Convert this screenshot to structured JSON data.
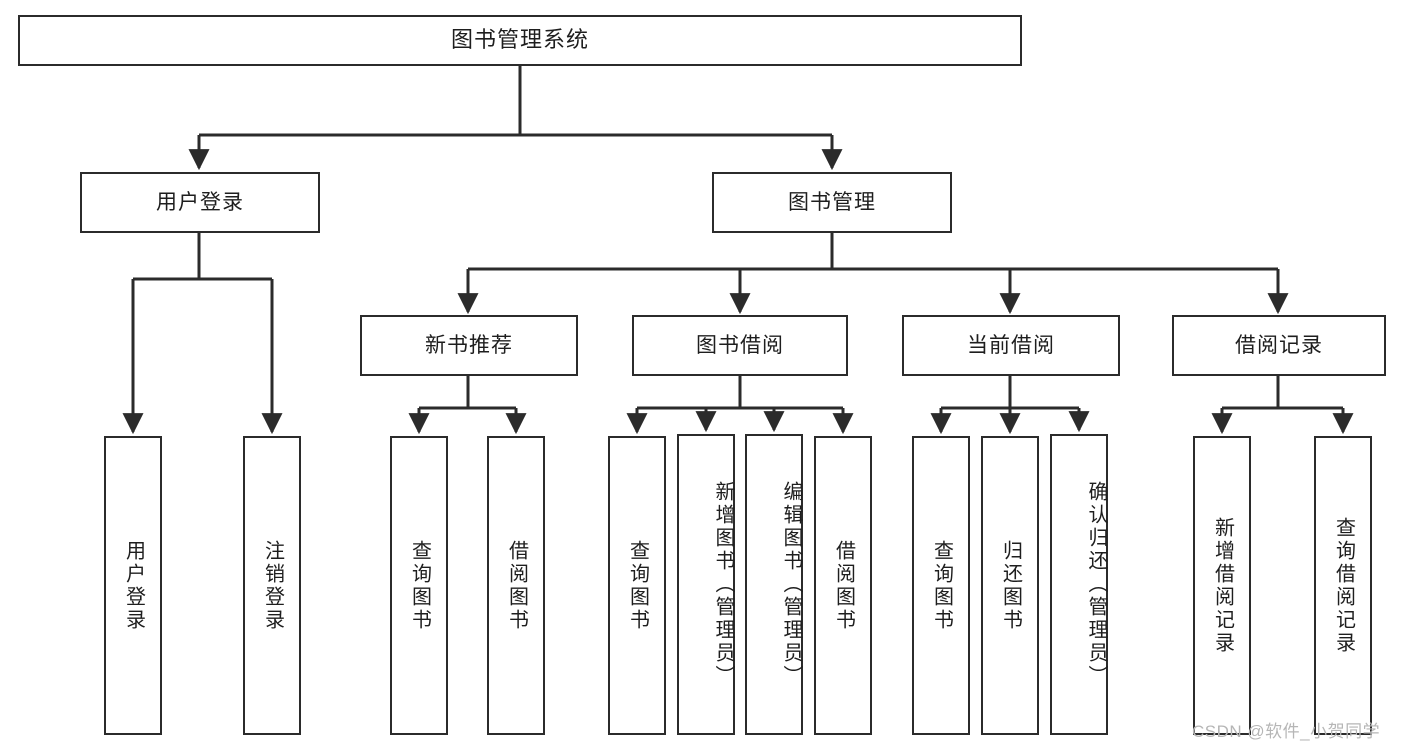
{
  "diagram": {
    "title": "图书管理系统",
    "watermark": "CSDN @软件_小贺同学",
    "line_color": "#2b2b2b",
    "box_fill": "#ffffff",
    "text_color": "#1e1e1e"
  },
  "nodes": {
    "root": "图书管理系统",
    "level1": [
      {
        "id": "user-login",
        "label": "用户登录"
      },
      {
        "id": "book-manage",
        "label": "图书管理"
      }
    ],
    "level2": [
      {
        "id": "new-book-rec",
        "label": "新书推荐"
      },
      {
        "id": "book-borrow",
        "label": "图书借阅"
      },
      {
        "id": "current-borrow",
        "label": "当前借阅"
      },
      {
        "id": "borrow-record",
        "label": "借阅记录"
      }
    ],
    "leaves": {
      "user_login": [
        {
          "id": "leaf-user-login",
          "label": "用户登录"
        },
        {
          "id": "leaf-logout-login",
          "label": "注销登录"
        }
      ],
      "new_book_rec": [
        {
          "id": "leaf-query-book-1",
          "label": "查询图书"
        },
        {
          "id": "leaf-borrow-book-1",
          "label": "借阅图书"
        }
      ],
      "book_borrow": [
        {
          "id": "leaf-query-book-2",
          "label": "查询图书"
        },
        {
          "id": "leaf-add-book",
          "label": "新增图书（管理员）"
        },
        {
          "id": "leaf-edit-book",
          "label": "编辑图书（管理员）"
        },
        {
          "id": "leaf-borrow-book-2",
          "label": "借阅图书"
        }
      ],
      "current_borrow": [
        {
          "id": "leaf-query-book-3",
          "label": "查询图书"
        },
        {
          "id": "leaf-return-book",
          "label": "归还图书"
        },
        {
          "id": "leaf-confirm-return",
          "label": "确认归还（管理员）"
        }
      ],
      "borrow_record": [
        {
          "id": "leaf-add-record",
          "label": "新增借阅记录"
        },
        {
          "id": "leaf-query-record",
          "label": "查询借阅记录"
        }
      ]
    }
  }
}
